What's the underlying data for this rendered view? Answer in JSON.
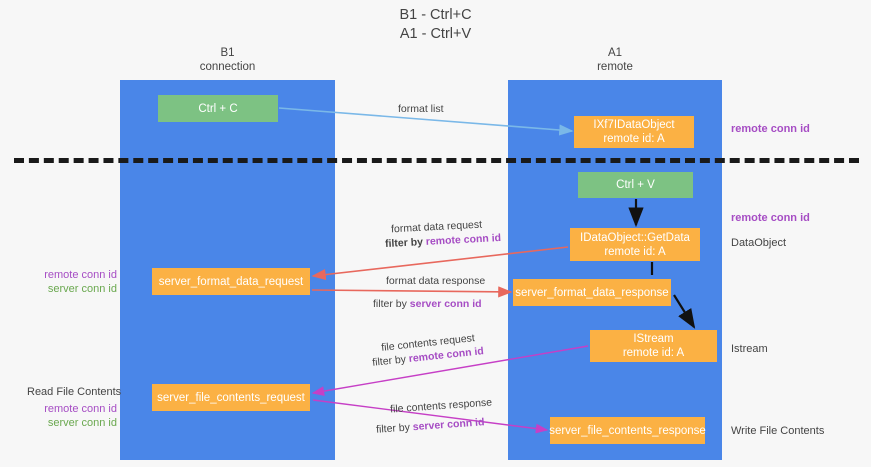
{
  "title": {
    "line1": "B1 - Ctrl+C",
    "line2": "A1 - Ctrl+V"
  },
  "lanes": [
    {
      "id": "b1",
      "name": "B1",
      "role": "connection",
      "color": "#4a86e8"
    },
    {
      "id": "a1",
      "name": "A1",
      "role": "remote",
      "color": "#4a86e8"
    }
  ],
  "nodes": {
    "ctrl_c": {
      "label": "Ctrl + C",
      "sub": "",
      "color": "#7dc283"
    },
    "idataobject": {
      "label": "IXf7IDataObject",
      "sub": "remote id: A",
      "color": "#fbb144"
    },
    "ctrl_v": {
      "label": "Ctrl + V",
      "sub": "",
      "color": "#7dc283"
    },
    "getdata": {
      "label": "IDataObject::GetData",
      "sub": "remote id: A",
      "color": "#fbb144"
    },
    "sfd_request": {
      "label": "server_format_data_request",
      "sub": "",
      "color": "#fbb144"
    },
    "sfd_response": {
      "label": "server_format_data_response",
      "sub": "",
      "color": "#fbb144"
    },
    "istream": {
      "label": "IStream",
      "sub": "remote id: A",
      "color": "#fbb144"
    },
    "sfc_request": {
      "label": "server_file_contents_request",
      "sub": "",
      "color": "#fbb144"
    },
    "sfc_response": {
      "label": "server_file_contents_response",
      "sub": "",
      "color": "#fbb144"
    }
  },
  "annotations": {
    "remote_conn_id_top": "remote conn id",
    "remote_conn_id_mid": "remote conn id",
    "dataobject": "DataObject",
    "istream": "Istream",
    "write_file_contents": "Write File Contents",
    "read_file_contents": "Read File Contents",
    "left_mid_remote": "remote conn id",
    "left_mid_server": "server conn id",
    "left_bot_remote": "remote conn id",
    "left_bot_server": "server conn id"
  },
  "connectors": {
    "format_list": "format list",
    "fd_request": "format data request",
    "fd_request_filter": "filter by ",
    "fd_request_key": "remote conn id",
    "fd_response": "format data response",
    "fd_response_filter": "filter by ",
    "fd_response_key": "server conn id",
    "fc_request": "file contents request",
    "fc_request_filter": "filter by ",
    "fc_request_key": "remote conn id",
    "fc_response": "file contents response",
    "fc_response_filter": "filter by ",
    "fc_response_key": "server conn id"
  },
  "colors": {
    "lane": "#4a86e8",
    "green_node": "#7dc283",
    "orange_node": "#fbb144",
    "purple_text": "#a64dc4",
    "green_text": "#6aa84f",
    "arrow_blue": "#7ab8e8",
    "arrow_red": "#e8685d",
    "arrow_magenta": "#c63fc6",
    "arrow_black": "#111111",
    "divider": "#1a1a1a"
  }
}
